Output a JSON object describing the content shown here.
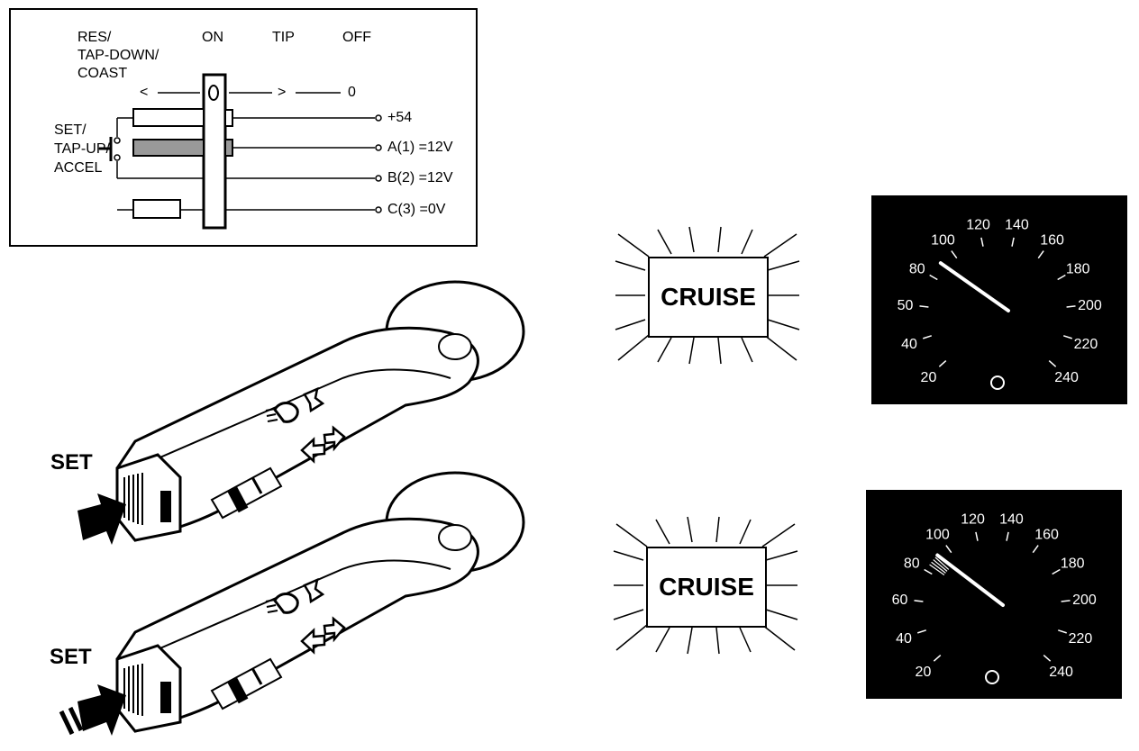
{
  "switch_diagram": {
    "positions": [
      "RES/",
      "TAP-DOWN/",
      "COAST",
      "ON",
      "TIP",
      "OFF"
    ],
    "arrow_left": "<",
    "knob": "0",
    "arrow_right": ">",
    "off_zero": "0",
    "set_lines": [
      "SET/",
      "TAP-UP/",
      "ACCEL"
    ],
    "terminals": [
      "+54",
      "A(1) =12V",
      "B(2) =12V",
      "C(3) =0V"
    ]
  },
  "stalks": [
    {
      "label": "SET"
    },
    {
      "label": "SET"
    }
  ],
  "indicators": [
    {
      "text": "CRUISE"
    },
    {
      "text": "CRUISE"
    }
  ],
  "gauges": [
    {
      "ticks": [
        "20",
        "40",
        "50",
        "80",
        "100",
        "120",
        "140",
        "160",
        "180",
        "200",
        "220",
        "240"
      ],
      "speed": 90,
      "settling": false
    },
    {
      "ticks": [
        "20",
        "40",
        "60",
        "80",
        "100",
        "120",
        "140",
        "160",
        "180",
        "200",
        "220",
        "240"
      ],
      "speed": 92,
      "settling": true
    }
  ]
}
